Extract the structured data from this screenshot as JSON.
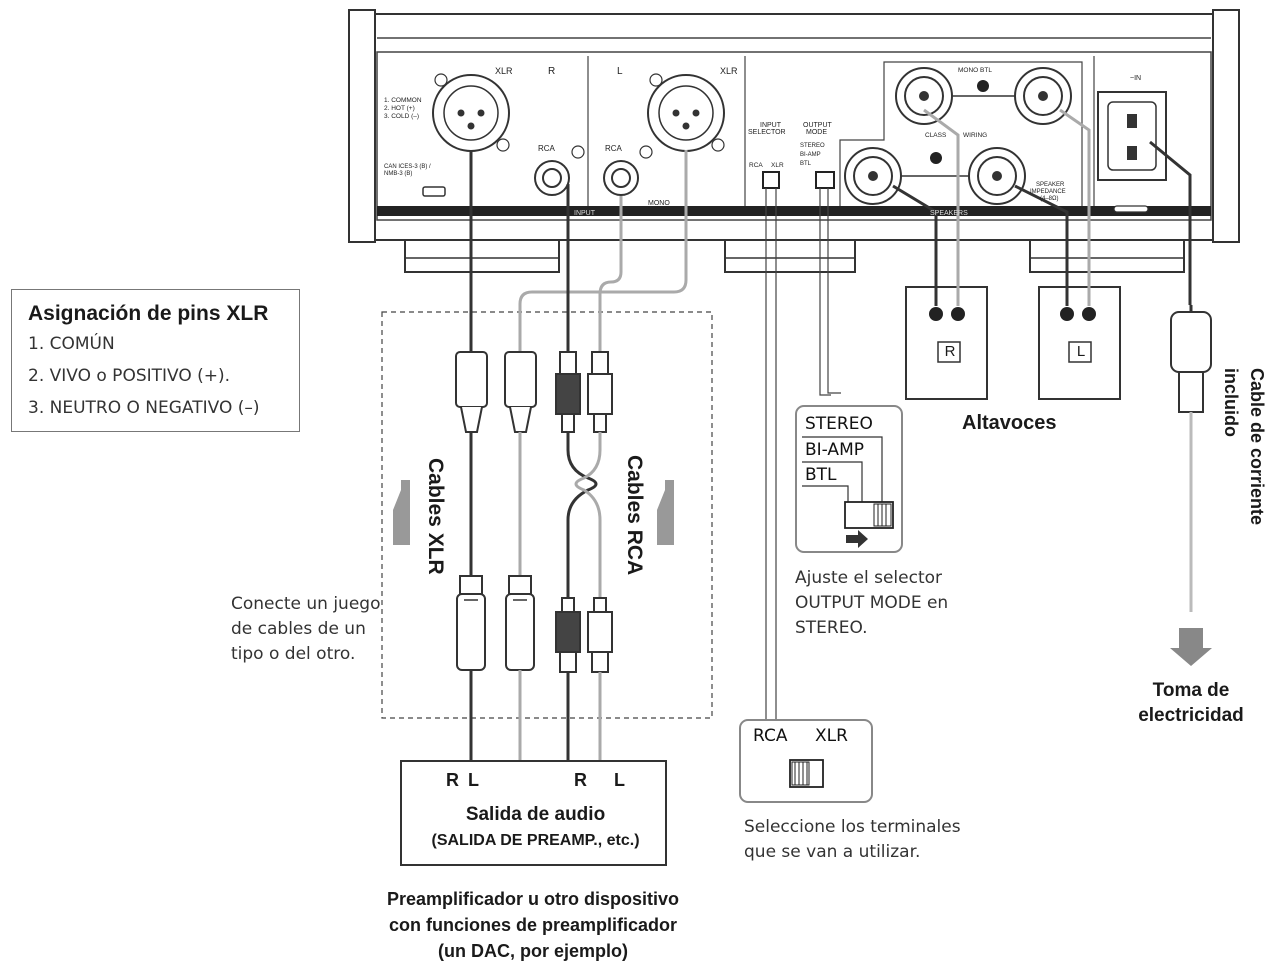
{
  "pin_box": {
    "title": "Asignación de pins XLR",
    "items": [
      "1. COMÚN",
      "2. VIVO o POSITIVO (+).",
      "3. NEUTRO O NEGATIVO (–)"
    ]
  },
  "panel": {
    "xlr_r": "XLR",
    "xlr_l": "XLR",
    "r_marker": "R",
    "l_marker": "L",
    "pin_legend": [
      "1. COMMON",
      "2. HOT (+)",
      "3. COLD (–)"
    ],
    "can_label": [
      "CAN ICES-3 (B) /",
      "NMB-3 (B)"
    ],
    "rca_r": "RCA",
    "rca_l": "RCA",
    "mono": "MONO",
    "input_selector": [
      "INPUT",
      "SELECTOR"
    ],
    "output_mode": [
      "OUTPUT",
      "MODE"
    ],
    "output_mode_options": [
      "STEREO",
      "BI-AMP",
      "BTL"
    ],
    "input_options": [
      "RCA",
      "XLR"
    ],
    "mono_btl": "MONO BTL",
    "class_wiring": "CLASS",
    "wiring": "WIRING",
    "speaker_impedance": [
      "SPEAKER",
      "IMPEDANCE",
      "(4–8Ω)"
    ],
    "speakers_band": "SPEAKERS",
    "input_band": "INPUT",
    "ac_in": "~IN"
  },
  "speakers": {
    "right_label": "R",
    "left_label": "L",
    "caption": "Altavoces"
  },
  "cables": {
    "xlr_label": "Cables XLR",
    "rca_label": "Cables RCA",
    "note": [
      "Conecte un juego",
      "de cables de un",
      "tipo o del otro."
    ]
  },
  "output_mode_inset": {
    "options": [
      "STEREO",
      "BI-AMP",
      "BTL"
    ],
    "note": [
      "Ajuste el selector",
      "OUTPUT MODE en",
      "STEREO."
    ]
  },
  "input_inset": {
    "left": "RCA",
    "right": "XLR",
    "note": [
      "Seleccione los terminales",
      "que se van a utilizar."
    ]
  },
  "power": {
    "cable_label": [
      "Cable de corriente",
      "incluido"
    ],
    "outlet": [
      "Toma de",
      "electricidad"
    ]
  },
  "source": {
    "xlr_r": "R",
    "xlr_l": "L",
    "rca_r": "R",
    "rca_l": "L",
    "title": "Salida de audio",
    "subtitle": "(SALIDA DE PREAMP., etc.)",
    "caption": [
      "Preamplificador u otro dispositivo",
      "con funciones de preamplificador",
      "(un DAC, por ejemplo)"
    ]
  }
}
